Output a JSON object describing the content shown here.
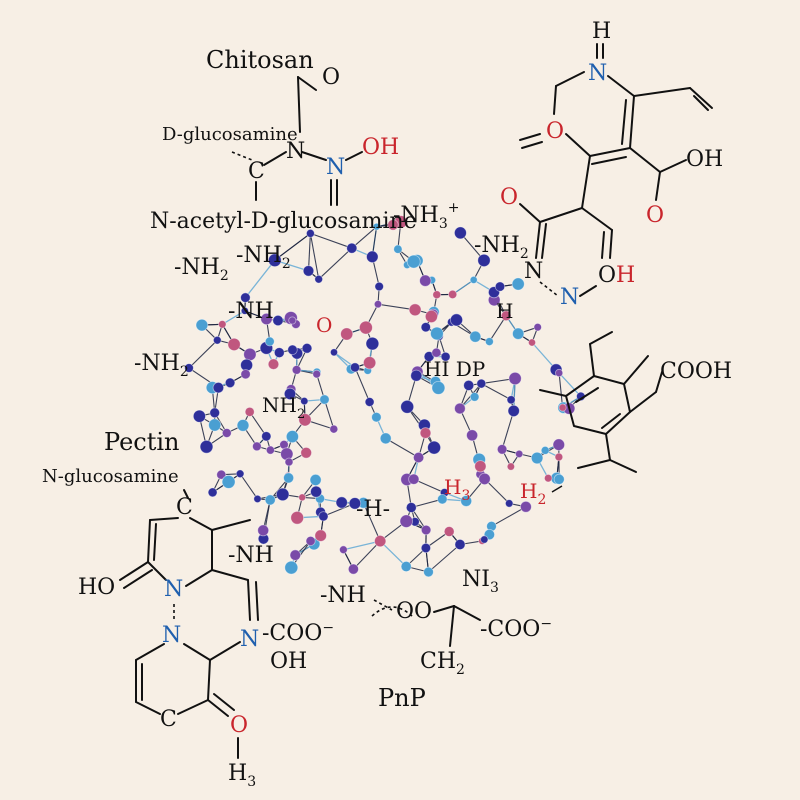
{
  "colors": {
    "background": "#f7efe5",
    "bond": "#111111",
    "oxygen": "#c9252c",
    "nitrogen": "#1f5fae",
    "node_navy": "#2e2f9a",
    "node_blue": "#4a9fd2",
    "node_purple": "#7a4aa8",
    "node_pink": "#c0577f"
  },
  "labels": {
    "chitosan": "Chitosan",
    "d_glucosamine": "D-glucosamine",
    "n_acetyl_d_glucosamine": "N-acetyl-D-glucosamine",
    "nh3_plus": "-NH",
    "nh3_plus_sub": "3",
    "nh3_plus_sup": "+",
    "pectin": "Pectin",
    "n_glucosamine": "N-glucosamine",
    "pnp": "PnP",
    "cooh": "COOH",
    "oh": "OH",
    "ho": "HO",
    "o": "O",
    "n": "N",
    "c": "C",
    "h": "H",
    "ch2": "CH",
    "ch2_sub": "2",
    "coo_minus": "-COO",
    "coo_minus_sup": "−",
    "nh2": "-NH",
    "nh2_sub": "2",
    "nh_minus": "-NH",
    "nh3_left": "NH",
    "h3_red": "H",
    "h3_sub": "3",
    "h2_red": "H",
    "h2_sub": "2",
    "h_minus": "-H-",
    "hid_label": "HI DP",
    "ni3": "NI",
    "h3_bottom": "H"
  }
}
